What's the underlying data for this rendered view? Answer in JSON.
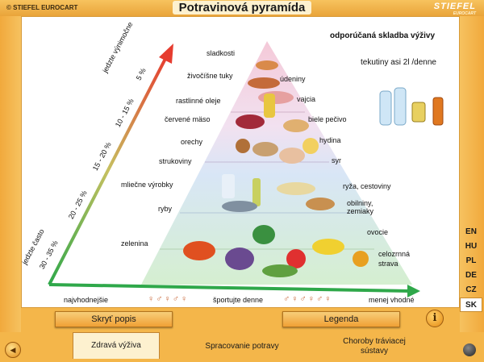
{
  "header": {
    "brand_left": "© STIEFEL EUROCART",
    "title": "Potravinová pyramída",
    "brand_right": "STIEFEL",
    "brand_right_sub": "EUROCART"
  },
  "recommendation": {
    "title": "odporúčaná skladba výživy",
    "fluids": "tekutiny asi 2l /denne"
  },
  "frequency": {
    "rarely": "jedzte výnimočne",
    "often": "jedzte často"
  },
  "percentages": [
    "5 %",
    "10 - 15 %",
    "15 - 20 %",
    "20 - 25 %",
    "30 - 35 %"
  ],
  "pyramid_left": [
    "sladkosti",
    "živočíšne tuky",
    "rastlinné oleje",
    "červené mäso",
    "orechy",
    "strukoviny",
    "mliečne výrobky",
    "ryby",
    "zelenina"
  ],
  "pyramid_right": [
    "údeniny",
    "vajcia",
    "biele pečivo",
    "hydina",
    "syr",
    "ryža, cestoviny",
    "obilniny, zemiaky",
    "ovocie",
    "celozrnná strava"
  ],
  "bottom_axis": {
    "left": "najvhodnejšie",
    "center": "športujte denne",
    "right": "menej vhodné"
  },
  "buttons": {
    "hide": "Skryť popis",
    "legend": "Legenda",
    "info": "i"
  },
  "languages": [
    "EN",
    "HU",
    "PL",
    "DE",
    "CZ",
    "SK"
  ],
  "active_language": "SK",
  "tabs": [
    "Zdravá výživa",
    "Spracovanie potravy",
    "Choroby tráviacej sústavy"
  ],
  "colors": {
    "accent": "#f4b64a",
    "arrow_red": "#e63c2f",
    "arrow_green": "#2fa84a"
  }
}
